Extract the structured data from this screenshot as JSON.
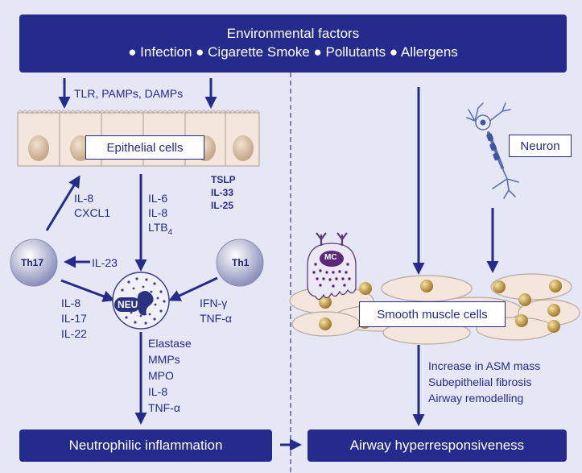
{
  "colors": {
    "navy": "#252b8c",
    "background": "#e6e7f4",
    "cell_fill": "#f4e6dc",
    "nucleus": "#c6a98c"
  },
  "header": {
    "title": "Environmental factors",
    "factors": "● Infection ● Cigarette Smoke ● Pollutants ● Allergens"
  },
  "labels": {
    "tlr": "TLR, PAMPs, DAMPs",
    "epithelial": "Epithelial cells",
    "neuron": "Neuron",
    "smooth_muscle": "Smooth muscle cells",
    "th17": "Th17",
    "th1": "Th1",
    "neu": "NEU",
    "mc": "MC"
  },
  "mediators": {
    "il8_cxcl1": [
      "IL-8",
      "CXCL1"
    ],
    "epithelial_out": [
      "IL-6",
      "IL-8"
    ],
    "ltb": "LTB",
    "ltb_sub": "4",
    "tslp": [
      "TSLP",
      "IL-33",
      "IL-25"
    ],
    "il23": "IL-23",
    "th17_out": [
      "IL-8",
      "IL-17",
      "IL-22"
    ],
    "th1_out": [
      "IFN-γ",
      "TNF-α"
    ],
    "neu_out": [
      "Elastase",
      "MMPs",
      "MPO",
      "IL-8",
      "TNF-α"
    ],
    "asm_effects": [
      "Increase in ASM mass",
      "Subepithelial fibrosis",
      "Airway remodelling"
    ]
  },
  "outcomes": {
    "left": "Neutrophilic inflammation",
    "right": "Airway hyperresponsiveness"
  }
}
